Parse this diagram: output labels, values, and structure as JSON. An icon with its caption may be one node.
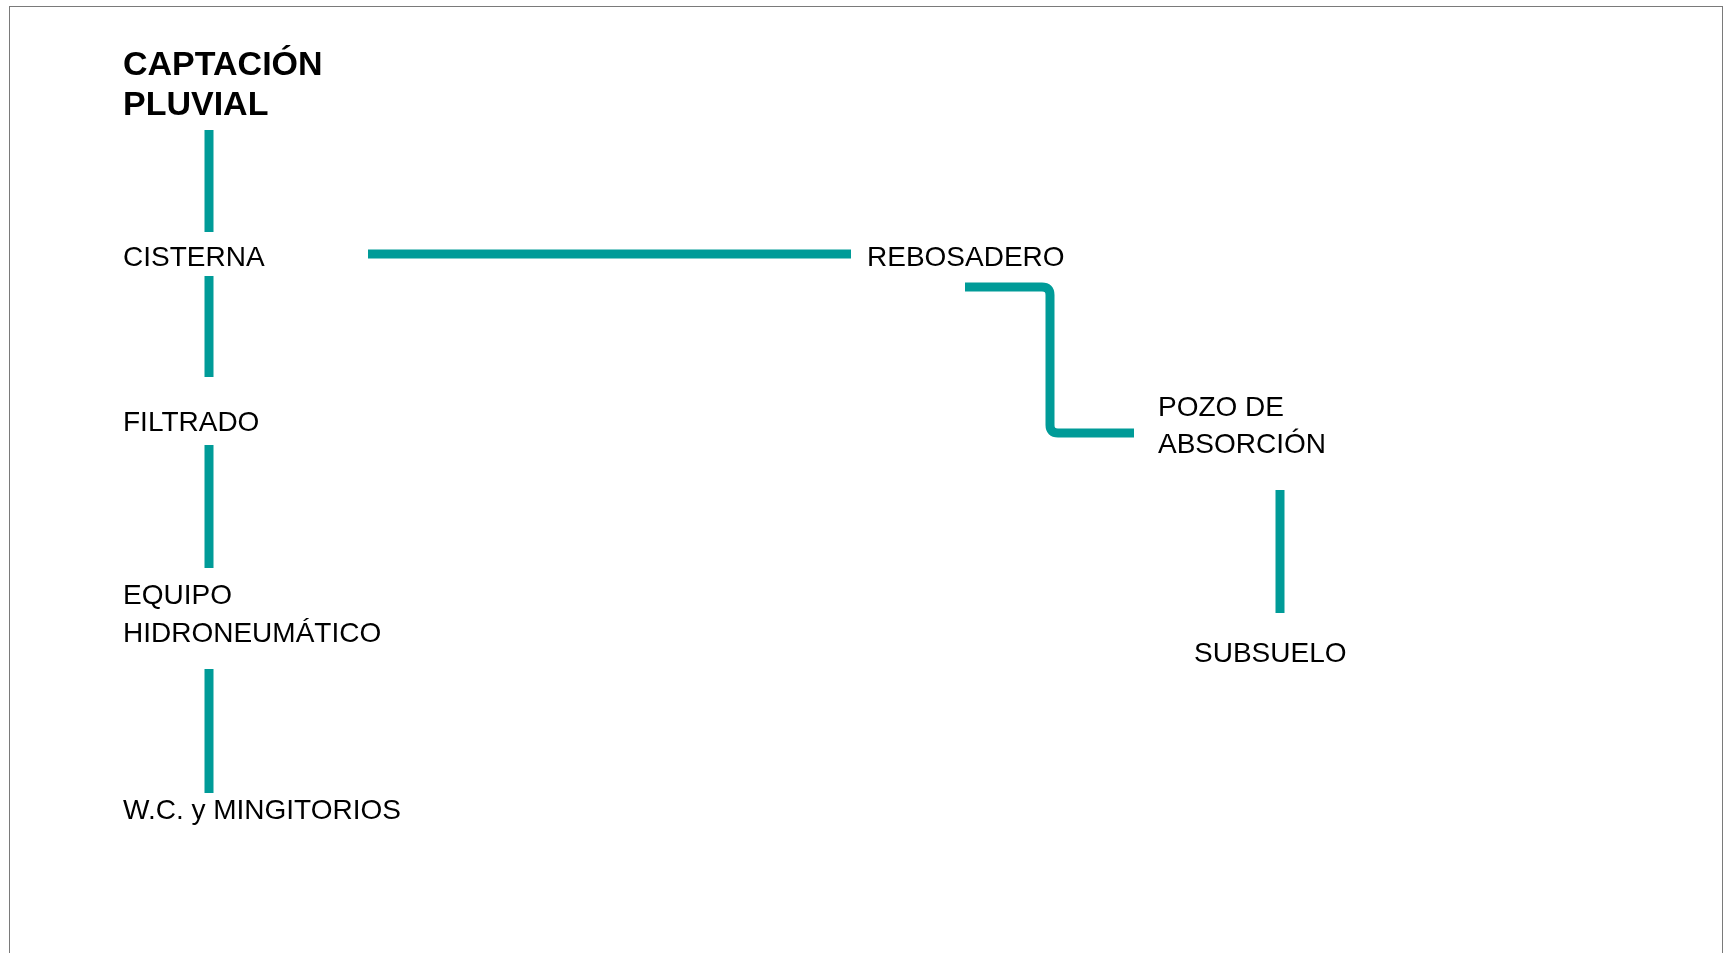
{
  "diagram": {
    "nodes": [
      {
        "text": [
          "CAPTACIÓN PLUVIAL"
        ]
      },
      {
        "text": [
          "CISTERNA"
        ]
      },
      {
        "text": [
          "REBOSADERO"
        ]
      },
      {
        "text": [
          "FILTRADO"
        ]
      },
      {
        "text": [
          "POZO DE ABSORCIÓN"
        ]
      },
      {
        "text": [
          "EQUIPO HIDRONEUMÁTICO"
        ]
      },
      {
        "text": [
          "SUBSUELO"
        ]
      },
      {
        "text": [
          "W.C. y MINGITORIOS"
        ]
      }
    ],
    "edges": [
      {
        "from": 0,
        "to": 1,
        "arrow": "none"
      },
      {
        "from": 1,
        "to": 2,
        "arrow": "none"
      },
      {
        "from": 1,
        "to": 3,
        "arrow": "none"
      },
      {
        "from": 2,
        "to": 4,
        "arrow": "none"
      },
      {
        "from": 3,
        "to": 5,
        "arrow": "none"
      },
      {
        "from": 4,
        "to": 6,
        "arrow": "none"
      },
      {
        "from": 5,
        "to": 7,
        "arrow": "none"
      }
    ]
  }
}
